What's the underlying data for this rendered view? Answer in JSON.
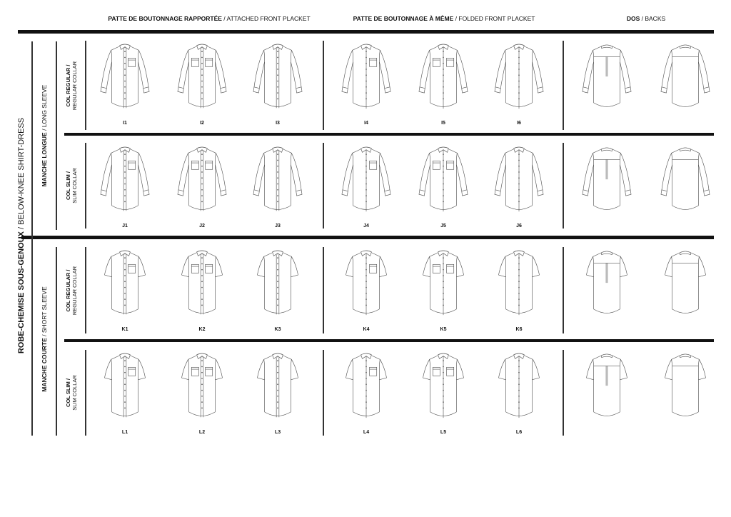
{
  "headers": [
    {
      "bold": "PATTE DE BOUTONNAGE RAPPORTÉE",
      "regular": " / ATTACHED FRONT PLACKET"
    },
    {
      "bold": "PATTE DE BOUTONNAGE À MÊME",
      "regular": " / FOLDED FRONT PLACKET"
    },
    {
      "bold": "DOS",
      "regular": " / BACKS"
    }
  ],
  "main_label": {
    "bold": "ROBE-CHEMISE SOUS-GENOUX",
    "regular": " / BELOW-KNEE SHIRT-DRESS"
  },
  "sections": [
    {
      "bold": "MANCHE LONGUE",
      "regular": " / LONG SLEEVE",
      "sleeve": "long"
    },
    {
      "bold": "MANCHE COURTE",
      "regular": " / SHORT SLEEVE",
      "sleeve": "short"
    }
  ],
  "rows": [
    {
      "bold": "COL REGULAR /",
      "regular": "REGULAR COLLAR",
      "sleeve": "long",
      "labels": [
        "I1",
        "I2",
        "I3",
        "I4",
        "I5",
        "I6"
      ]
    },
    {
      "bold": "COL SLIM /",
      "regular": "SLIM COLLAR",
      "sleeve": "long",
      "labels": [
        "J1",
        "J2",
        "J3",
        "J4",
        "J5",
        "J6"
      ]
    },
    {
      "bold": "COL REGULAR /",
      "regular": "REGULAR COLLAR",
      "sleeve": "short",
      "labels": [
        "K1",
        "K2",
        "K3",
        "K4",
        "K5",
        "K6"
      ]
    },
    {
      "bold": "COL SLIM /",
      "regular": "SLIM COLLAR",
      "sleeve": "short",
      "labels": [
        "L1",
        "L2",
        "L3",
        "L4",
        "L5",
        "L6"
      ]
    }
  ],
  "variants": [
    {
      "view": "front",
      "placket": "attached",
      "pockets": 1
    },
    {
      "view": "front",
      "placket": "attached",
      "pockets": 2
    },
    {
      "view": "front",
      "placket": "attached",
      "pockets": 0
    },
    {
      "view": "front",
      "placket": "folded",
      "pockets": 1
    },
    {
      "view": "front",
      "placket": "folded",
      "pockets": 2
    },
    {
      "view": "front",
      "placket": "folded",
      "pockets": 0
    },
    {
      "view": "back",
      "pleat": true
    },
    {
      "view": "back",
      "pleat": false
    }
  ]
}
